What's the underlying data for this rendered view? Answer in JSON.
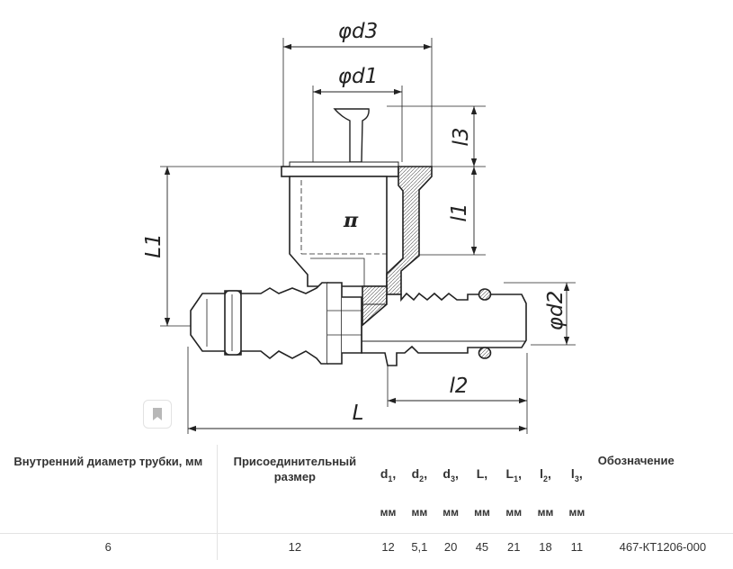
{
  "drawing": {
    "dimensions": {
      "d3": "φd3",
      "d1": "φd1",
      "l3": "l3",
      "l1_inner": "l1",
      "l1_outer": "L1",
      "d2": "φd2",
      "l2": "l2",
      "L": "L"
    },
    "body_mark": "π"
  },
  "bookmark": {
    "icon": "bookmark-icon"
  },
  "table": {
    "headers": {
      "inner_diameter": "Внутренний диаметр трубки, мм",
      "connection_size": "Присоединительный размер",
      "designation": "Обозначение"
    },
    "symbols": [
      {
        "base": "d",
        "sub": "1",
        "suffix": ","
      },
      {
        "base": "d",
        "sub": "2",
        "suffix": ","
      },
      {
        "base": "d",
        "sub": "3",
        "suffix": ","
      },
      {
        "base": "L",
        "sub": "",
        "suffix": ","
      },
      {
        "base": "L",
        "sub": "1",
        "suffix": ","
      },
      {
        "base": "l",
        "sub": "2",
        "suffix": ","
      },
      {
        "base": "l",
        "sub": "3",
        "suffix": ","
      }
    ],
    "unit": "мм",
    "rows": [
      {
        "inner_diameter": "6",
        "connection_size": "12",
        "values": [
          "12",
          "5,1",
          "20",
          "45",
          "21",
          "18",
          "11"
        ],
        "designation": "467-КТ1206-000"
      }
    ]
  }
}
